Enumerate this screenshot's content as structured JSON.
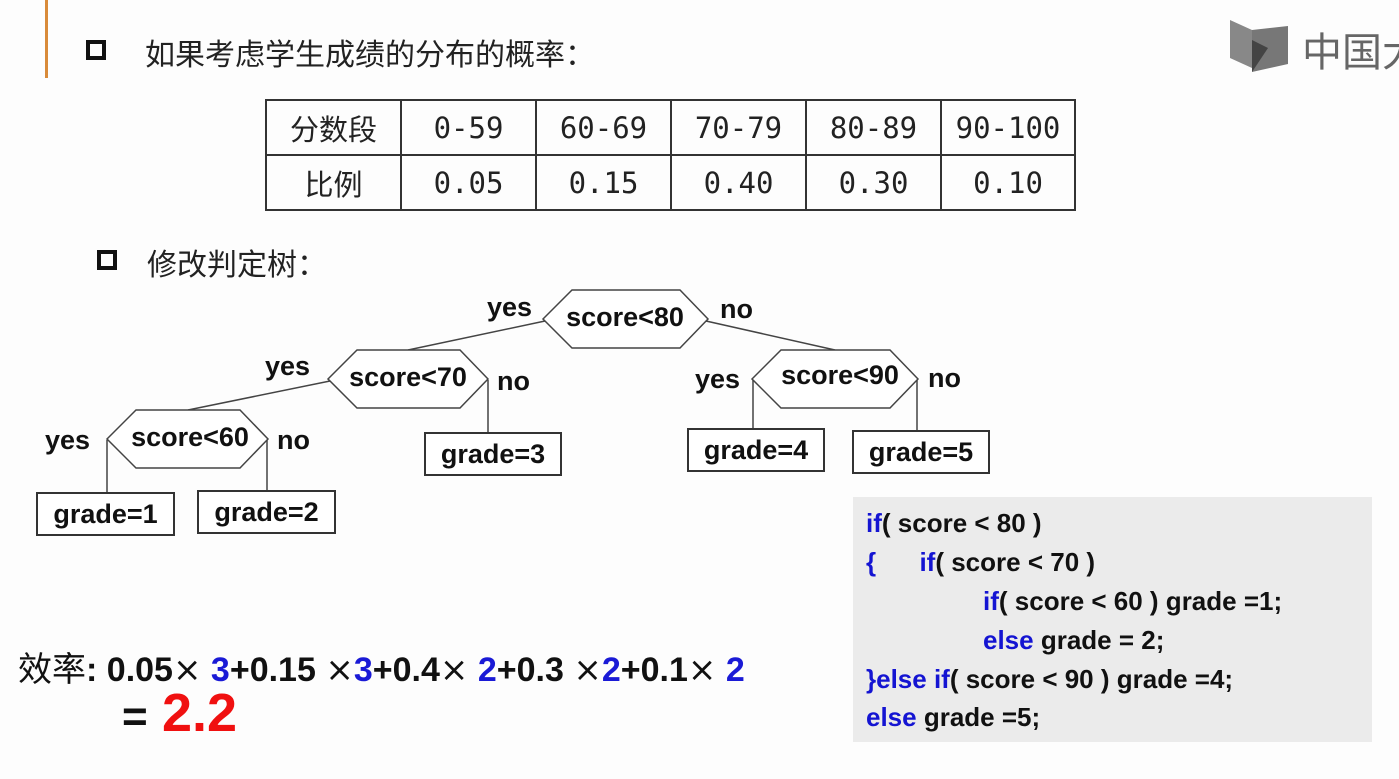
{
  "heading1": "如果考虑学生成绩的分布的概率：",
  "heading2": "修改判定树：",
  "logo_text": "中国大",
  "table": {
    "header": [
      "分数段",
      "0-59",
      "60-69",
      "70-79",
      "80-89",
      "90-100"
    ],
    "row": [
      "比例",
      "0.05",
      "0.15",
      "0.40",
      "0.30",
      "0.10"
    ]
  },
  "tree": {
    "nodes": {
      "root": "score<80",
      "n70": "score<70",
      "n90": "score<90",
      "n60": "score<60"
    },
    "leaves": {
      "g1": "grade=1",
      "g2": "grade=2",
      "g3": "grade=3",
      "g4": "grade=4",
      "g5": "grade=5"
    },
    "yes": "yes",
    "no": "no"
  },
  "code": {
    "lines": [
      {
        "kw": "if",
        "rest": "( score < 80 )"
      },
      {
        "kw": "{      if",
        "rest": "( score < 70 )"
      },
      {
        "kw": "if",
        "rest": "( score < 60 ) grade =1;"
      },
      {
        "kw": "else",
        "rest": " grade = 2;"
      },
      {
        "kw": "}else if",
        "rest": "( score < 90 ) grade =4;"
      },
      {
        "kw": "else",
        "rest": " grade =5;"
      }
    ]
  },
  "efficiency": {
    "label": "效率",
    "colon": ":",
    "terms": [
      {
        "p": "0.05",
        "x": "×",
        "d": "3",
        "plus": "+"
      },
      {
        "p": "0.15",
        "x": "×",
        "d": "3",
        "plus": "+"
      },
      {
        "p": "0.4",
        "x": "×",
        "d": "2",
        "plus": "+"
      },
      {
        "p": "0.3",
        "x": "×",
        "d": "2",
        "plus": "+"
      },
      {
        "p": "0.1",
        "x": "×",
        "d": "2",
        "plus": ""
      }
    ],
    "equals": "=",
    "result": "2.2"
  },
  "colors": {
    "accent": "#d98b3a",
    "keyword": "#1414d2",
    "result": "#f01010"
  }
}
